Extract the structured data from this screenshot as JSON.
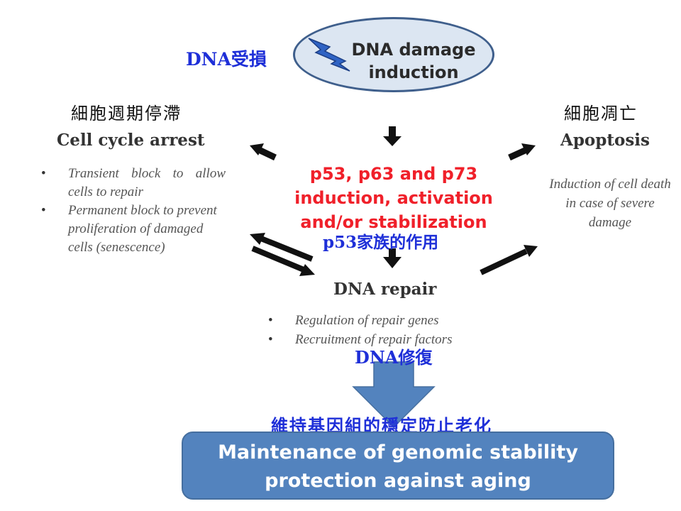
{
  "damage": {
    "title_line1": "DNA damage",
    "title_line2": "induction",
    "cn_label": "DNA受損"
  },
  "cell_cycle": {
    "cn_label": "細胞週期停滯",
    "title": "Cell cycle arrest",
    "bullets": [
      "Transient block to allow cells to repair",
      "Permanent block to prevent proliferation of damaged cells (senescence)"
    ]
  },
  "apoptosis": {
    "cn_label": "細胞凋亡",
    "title": "Apoptosis",
    "description": "Induction of cell death in case of severe damage"
  },
  "p53": {
    "line1": "p53, p63 and p73",
    "line2": "induction, activation",
    "line3": "and/or stabilization",
    "cn_label": "p53家族的作用"
  },
  "dna_repair": {
    "title": "DNA repair",
    "bullets": [
      "Regulation of repair genes",
      "Recruitment of repair factors"
    ],
    "cn_label": "DNA修復"
  },
  "outcome": {
    "cn_label": "維持基因組的穩定防止老化",
    "line1": "Maintenance of genomic stability",
    "line2": "protection against aging"
  },
  "colors": {
    "cn_accent": "#1e2fd8",
    "p53_red": "#f0202a",
    "box_blue": "#5383be",
    "ellipse_fill": "#dce6f2"
  }
}
